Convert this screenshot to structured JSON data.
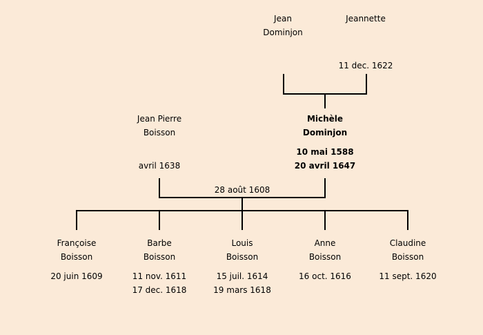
{
  "grandparents": {
    "father": {
      "first": "Jean",
      "last": "Dominjon"
    },
    "mother": {
      "first": "Jeannette",
      "death": "11 dec. 1622"
    }
  },
  "parents": {
    "father": {
      "first": "Jean Pierre",
      "last": "Boisson",
      "death": "avril 1638"
    },
    "mother": {
      "first": "Michèle",
      "last": "Dominjon",
      "birth": "10 mai 1588",
      "death": "20 avril 1647"
    },
    "marriage": "28 août 1608"
  },
  "children": [
    {
      "first": "Françoise",
      "last": "Boisson",
      "birth": "20 juin 1609",
      "death": ""
    },
    {
      "first": "Barbe",
      "last": "Boisson",
      "birth": "11 nov. 1611",
      "death": "17 dec. 1618"
    },
    {
      "first": "Louis",
      "last": "Boisson",
      "birth": "15 juil. 1614",
      "death": "19 mars 1618"
    },
    {
      "first": "Anne",
      "last": "Boisson",
      "birth": "16 oct. 1616",
      "death": ""
    },
    {
      "first": "Claudine",
      "last": "Boisson",
      "birth": "11 sept. 1620",
      "death": ""
    }
  ]
}
